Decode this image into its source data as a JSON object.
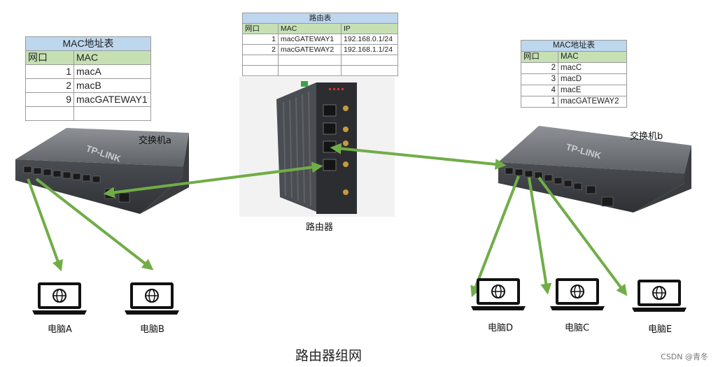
{
  "mac_table_a": {
    "title": "MAC地址表",
    "headers": [
      "网口",
      "MAC"
    ],
    "rows": [
      [
        "1",
        "macA"
      ],
      [
        "2",
        "macB"
      ],
      [
        "9",
        "macGATEWAY1"
      ],
      [
        "",
        ""
      ]
    ]
  },
  "mac_table_b": {
    "title": "MAC地址表",
    "headers": [
      "网口",
      "MAC"
    ],
    "rows": [
      [
        "2",
        "macC"
      ],
      [
        "3",
        "macD"
      ],
      [
        "4",
        "macE"
      ],
      [
        "1",
        "macGATEWAY2"
      ]
    ]
  },
  "route_table": {
    "title": "路由表",
    "headers": [
      "网口",
      "MAC",
      "IP"
    ],
    "rows": [
      [
        "1",
        "macGATEWAY1",
        "192.168.0.1/24"
      ],
      [
        "2",
        "macGATEWAY2",
        "192.168.1.1/24"
      ],
      [
        "",
        "",
        ""
      ],
      [
        "",
        "",
        ""
      ]
    ]
  },
  "labels": {
    "switch_a": "交换机a",
    "switch_b": "交换机b",
    "router": "路由器",
    "pc_a": "电脑A",
    "pc_b": "电脑B",
    "pc_c": "电脑C",
    "pc_d": "电脑D",
    "pc_e": "电脑E"
  },
  "switch_brand": "TP-LINK",
  "caption": "路由器组网",
  "credit": "CSDN @青冬",
  "colors": {
    "arrow": "#70ad47",
    "table_title_bg": "#bdd7ee",
    "table_header_bg": "#c6e0b4"
  }
}
